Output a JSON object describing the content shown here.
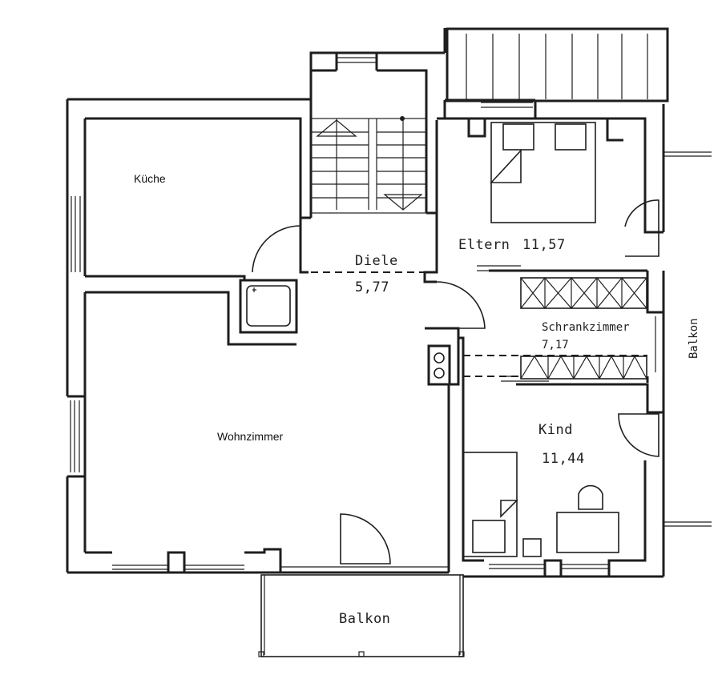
{
  "floorplan": {
    "rooms": [
      {
        "id": "kueche",
        "name": "Küche",
        "area": ""
      },
      {
        "id": "diele",
        "name": "Diele",
        "area": "5,77"
      },
      {
        "id": "eltern",
        "name": "Eltern",
        "area": "11,57"
      },
      {
        "id": "schrankzimmer",
        "name": "Schrankzimmer",
        "area": "7,17"
      },
      {
        "id": "kind",
        "name": "Kind",
        "area": "11,44"
      },
      {
        "id": "wohnzimmer",
        "name": "Wohnzimmer",
        "area": ""
      },
      {
        "id": "balkon_sued",
        "name": "Balkon",
        "area": ""
      },
      {
        "id": "balkon_ost",
        "name": "Balkon",
        "area": ""
      }
    ],
    "colors": {
      "line": "#1e1e1e",
      "background": "#ffffff"
    }
  }
}
